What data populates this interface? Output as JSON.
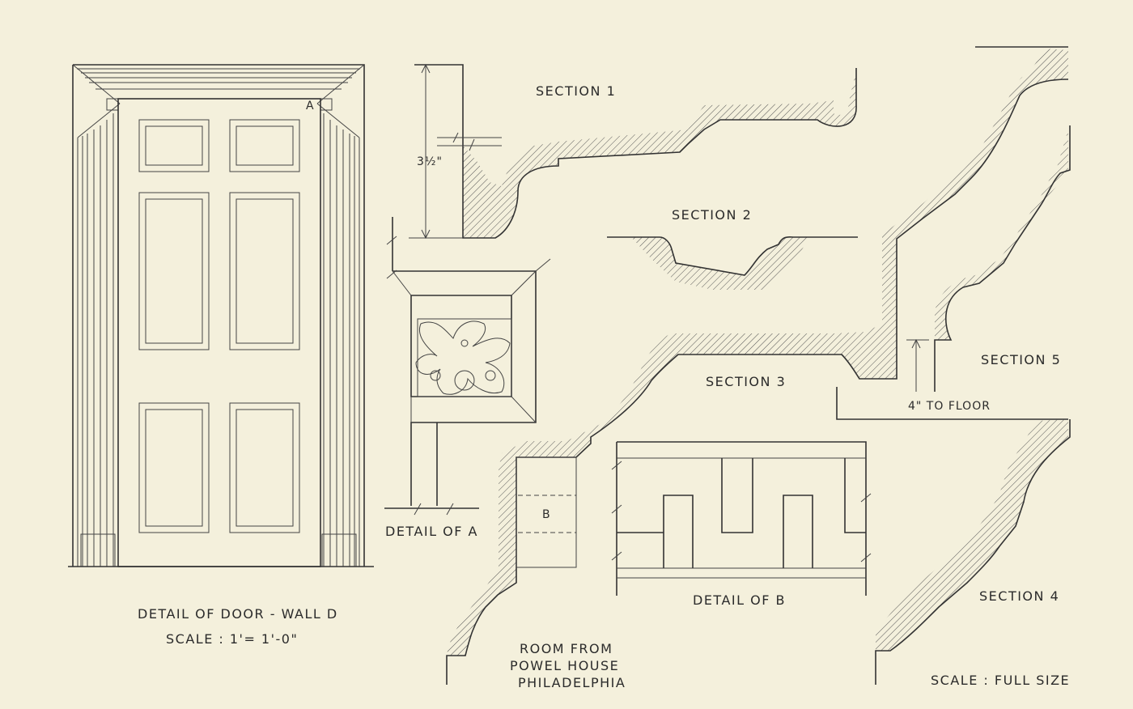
{
  "labels": {
    "door_detail": "DETAIL OF DOOR - WALL D",
    "door_scale": "SCALE : 1'= 1'-0\"",
    "door_mark_a": "A",
    "detail_a": "DETAIL OF A",
    "detail_b": "DETAIL OF B",
    "mark_b": "B",
    "section_1": "SECTION 1",
    "section_2": "SECTION 2",
    "section_3": "SECTION 3",
    "section_4": "SECTION 4",
    "section_5": "SECTION 5",
    "dim_3_5": "3½\"",
    "dim_4_floor": "4\" TO FLOOR",
    "room_line1": "ROOM FROM",
    "room_line2": "POWEL HOUSE",
    "room_line3": "PHILADELPHIA",
    "scale_full": "SCALE : FULL SIZE"
  },
  "colors": {
    "paper": "#f4f0dc",
    "ink": "#333333"
  }
}
